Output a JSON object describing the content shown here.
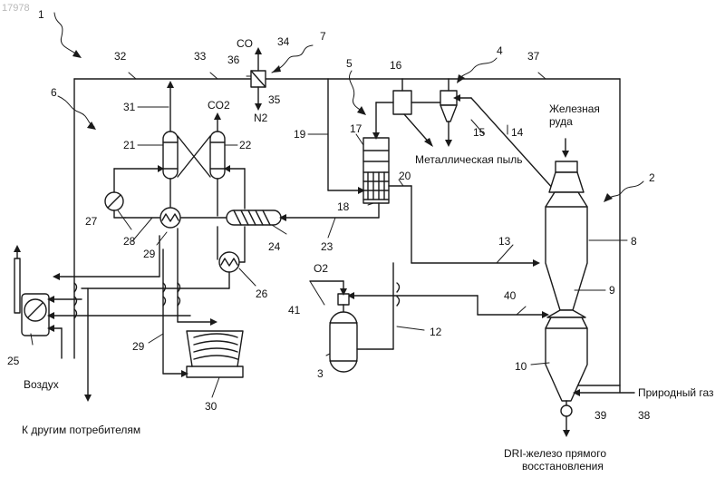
{
  "watermark": "17978",
  "labels": {
    "n1": "1",
    "n2": "2",
    "n3": "3",
    "n4": "4",
    "n5": "5",
    "n6": "6",
    "n7": "7",
    "n8": "8",
    "n9": "9",
    "n10": "10",
    "n12": "12",
    "n13": "13",
    "n14": "14",
    "n15": "15",
    "n16": "16",
    "n17": "17",
    "n18": "18",
    "n19": "19",
    "n20": "20",
    "n21": "21",
    "n22": "22",
    "n23": "23",
    "n24": "24",
    "n25": "25",
    "n26": "26",
    "n27": "27",
    "n28": "28",
    "n29a": "29",
    "n29b": "29",
    "n30": "30",
    "n31": "31",
    "n32": "32",
    "n33": "33",
    "n34": "34",
    "n35": "35",
    "n36": "36",
    "n37": "37",
    "n38": "38",
    "n39": "39",
    "n40": "40",
    "n41": "41"
  },
  "text": {
    "co": "CO",
    "co2": "CO2",
    "n2": "N2",
    "o2": "O2",
    "iron_ore_1": "Железная",
    "iron_ore_2": "руда",
    "metal_dust": "Металлическая пыль",
    "natural_gas": "Природный газ",
    "air": "Воздух",
    "other_consumers": "К другим потребителям",
    "dri_1": "DRI-железо прямого",
    "dri_2": "восстановления"
  }
}
